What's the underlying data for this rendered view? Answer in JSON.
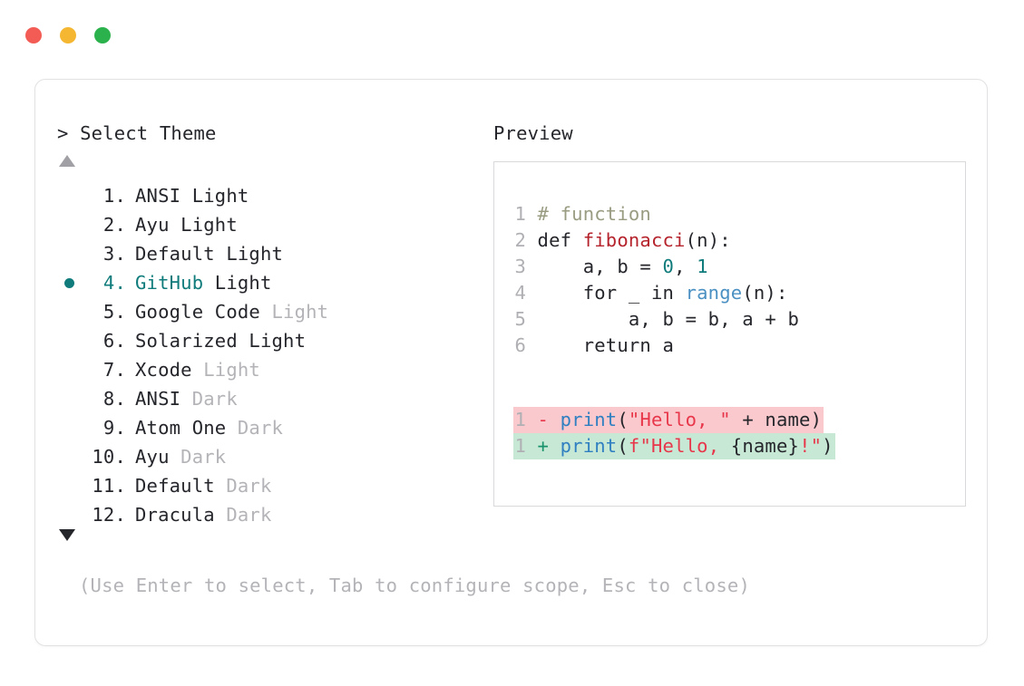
{
  "window": {
    "dots": [
      {
        "name": "close",
        "color": "#f25c54"
      },
      {
        "name": "minimize",
        "color": "#f5b731"
      },
      {
        "name": "maximize",
        "color": "#2bb24c"
      }
    ]
  },
  "left_panel": {
    "prompt": "> Select Theme",
    "scroll_up_icon": "triangle-up-icon",
    "scroll_down_icon": "triangle-down-icon",
    "selected_index": 4,
    "items": [
      {
        "num": " 1.",
        "name": "ANSI Light",
        "base": "ANSI",
        "suffix": " Light",
        "suffix_dim": false
      },
      {
        "num": " 2.",
        "name": "Ayu Light",
        "base": "Ayu",
        "suffix": " Light",
        "suffix_dim": false
      },
      {
        "num": " 3.",
        "name": "Default Light",
        "base": "Default",
        "suffix": " Light",
        "suffix_dim": false
      },
      {
        "num": " 4.",
        "name": "GitHub Light",
        "base": "GitHub",
        "suffix": " Light",
        "suffix_dim": false
      },
      {
        "num": " 5.",
        "name": "Google Code Light",
        "base": "Google Code",
        "suffix": " Light",
        "suffix_dim": true
      },
      {
        "num": " 6.",
        "name": "Solarized Light",
        "base": "Solarized",
        "suffix": " Light",
        "suffix_dim": false
      },
      {
        "num": " 7.",
        "name": "Xcode Light",
        "base": "Xcode",
        "suffix": " Light",
        "suffix_dim": true
      },
      {
        "num": " 8.",
        "name": "ANSI Dark",
        "base": "ANSI",
        "suffix": " Dark",
        "suffix_dim": true
      },
      {
        "num": " 9.",
        "name": "Atom One Dark",
        "base": "Atom One",
        "suffix": " Dark",
        "suffix_dim": true
      },
      {
        "num": "10.",
        "name": "Ayu Dark",
        "base": "Ayu",
        "suffix": " Dark",
        "suffix_dim": true
      },
      {
        "num": "11.",
        "name": "Default Dark",
        "base": "Default",
        "suffix": " Dark",
        "suffix_dim": true
      },
      {
        "num": "12.",
        "name": "Dracula Dark",
        "base": "Dracula",
        "suffix": " Dark",
        "suffix_dim": true
      }
    ],
    "hint": "(Use Enter to select, Tab to configure scope, Esc to close)"
  },
  "right_panel": {
    "title": "Preview",
    "code": {
      "lines": [
        {
          "n": "1",
          "tokens": [
            {
              "t": "# function",
              "c": "comment"
            }
          ]
        },
        {
          "n": "2",
          "tokens": [
            {
              "t": "def ",
              "c": "kw"
            },
            {
              "t": "fibonacci",
              "c": "fnname"
            },
            {
              "t": "(n):",
              "c": "plain"
            }
          ]
        },
        {
          "n": "3",
          "tokens": [
            {
              "t": "    a, b = ",
              "c": "plain"
            },
            {
              "t": "0",
              "c": "num"
            },
            {
              "t": ", ",
              "c": "plain"
            },
            {
              "t": "1",
              "c": "num"
            }
          ]
        },
        {
          "n": "4",
          "tokens": [
            {
              "t": "    for _ in ",
              "c": "plain"
            },
            {
              "t": "range",
              "c": "builtin"
            },
            {
              "t": "(n):",
              "c": "plain"
            }
          ]
        },
        {
          "n": "5",
          "tokens": [
            {
              "t": "        a, b = b, a + b",
              "c": "plain"
            }
          ]
        },
        {
          "n": "6",
          "tokens": [
            {
              "t": "    return a",
              "c": "plain"
            }
          ]
        }
      ]
    },
    "diff": {
      "removed": {
        "n": "1",
        "sign": "-",
        "bg": "#f9c9cd",
        "tokens": [
          {
            "t": "print",
            "c": "call"
          },
          {
            "t": "(",
            "c": "plain"
          },
          {
            "t": "\"Hello, \"",
            "c": "str"
          },
          {
            "t": " + name)",
            "c": "plain"
          }
        ]
      },
      "added": {
        "n": "1",
        "sign": "+",
        "bg": "#c6e8d5",
        "tokens": [
          {
            "t": "print",
            "c": "call"
          },
          {
            "t": "(",
            "c": "plain"
          },
          {
            "t": "f\"Hello, ",
            "c": "str"
          },
          {
            "t": "{name}",
            "c": "plain"
          },
          {
            "t": "!\"",
            "c": "str"
          },
          {
            "t": ")",
            "c": "plain"
          }
        ]
      }
    }
  },
  "colors": {
    "accent": "#0f7b7b",
    "text": "#25262b",
    "muted": "#b4b4b8",
    "border": "#d9d9dc",
    "diff_remove_bg": "#f9c9cd",
    "diff_add_bg": "#c6e8d5"
  }
}
